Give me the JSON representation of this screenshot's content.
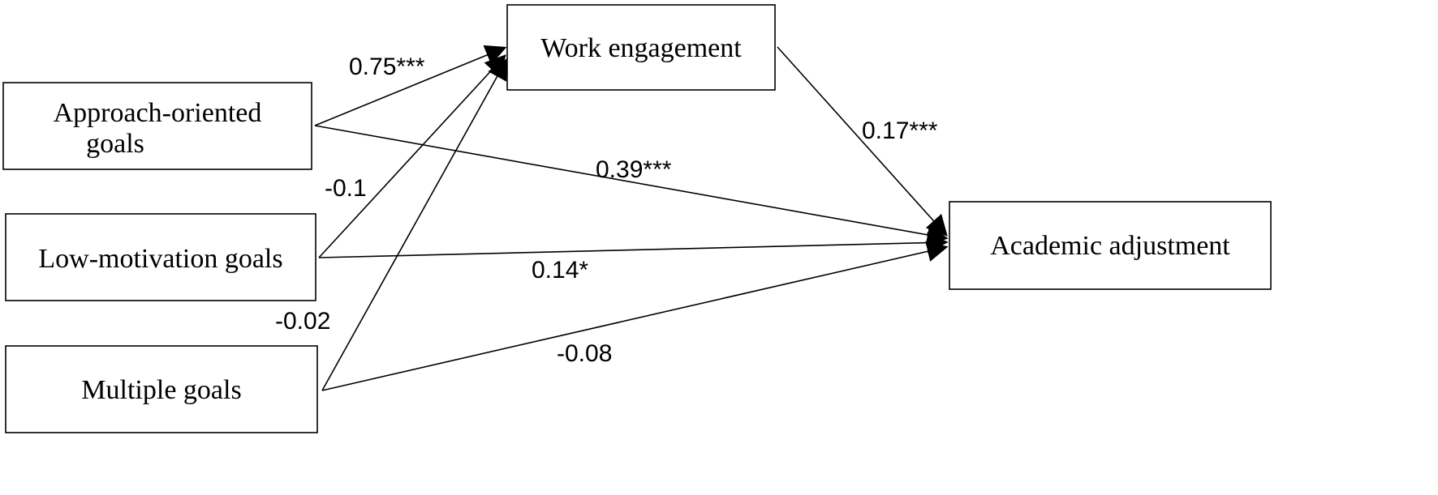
{
  "nodes": {
    "approach": {
      "line1": "Approach-oriented",
      "line2": "goals"
    },
    "low_motivation": {
      "label": "Low-motivation goals"
    },
    "multiple": {
      "label": "Multiple goals"
    },
    "work_engagement": {
      "label": "Work engagement"
    },
    "academic_adjustment": {
      "label": "Academic adjustment"
    }
  },
  "paths": {
    "approach_to_work": "0.75***",
    "low_to_work": "-0.1",
    "multiple_to_work": "-0.02",
    "work_to_academic": "0.17***",
    "approach_to_academic": "0.39***",
    "low_to_academic": "0.14*",
    "multiple_to_academic": "-0.08"
  }
}
